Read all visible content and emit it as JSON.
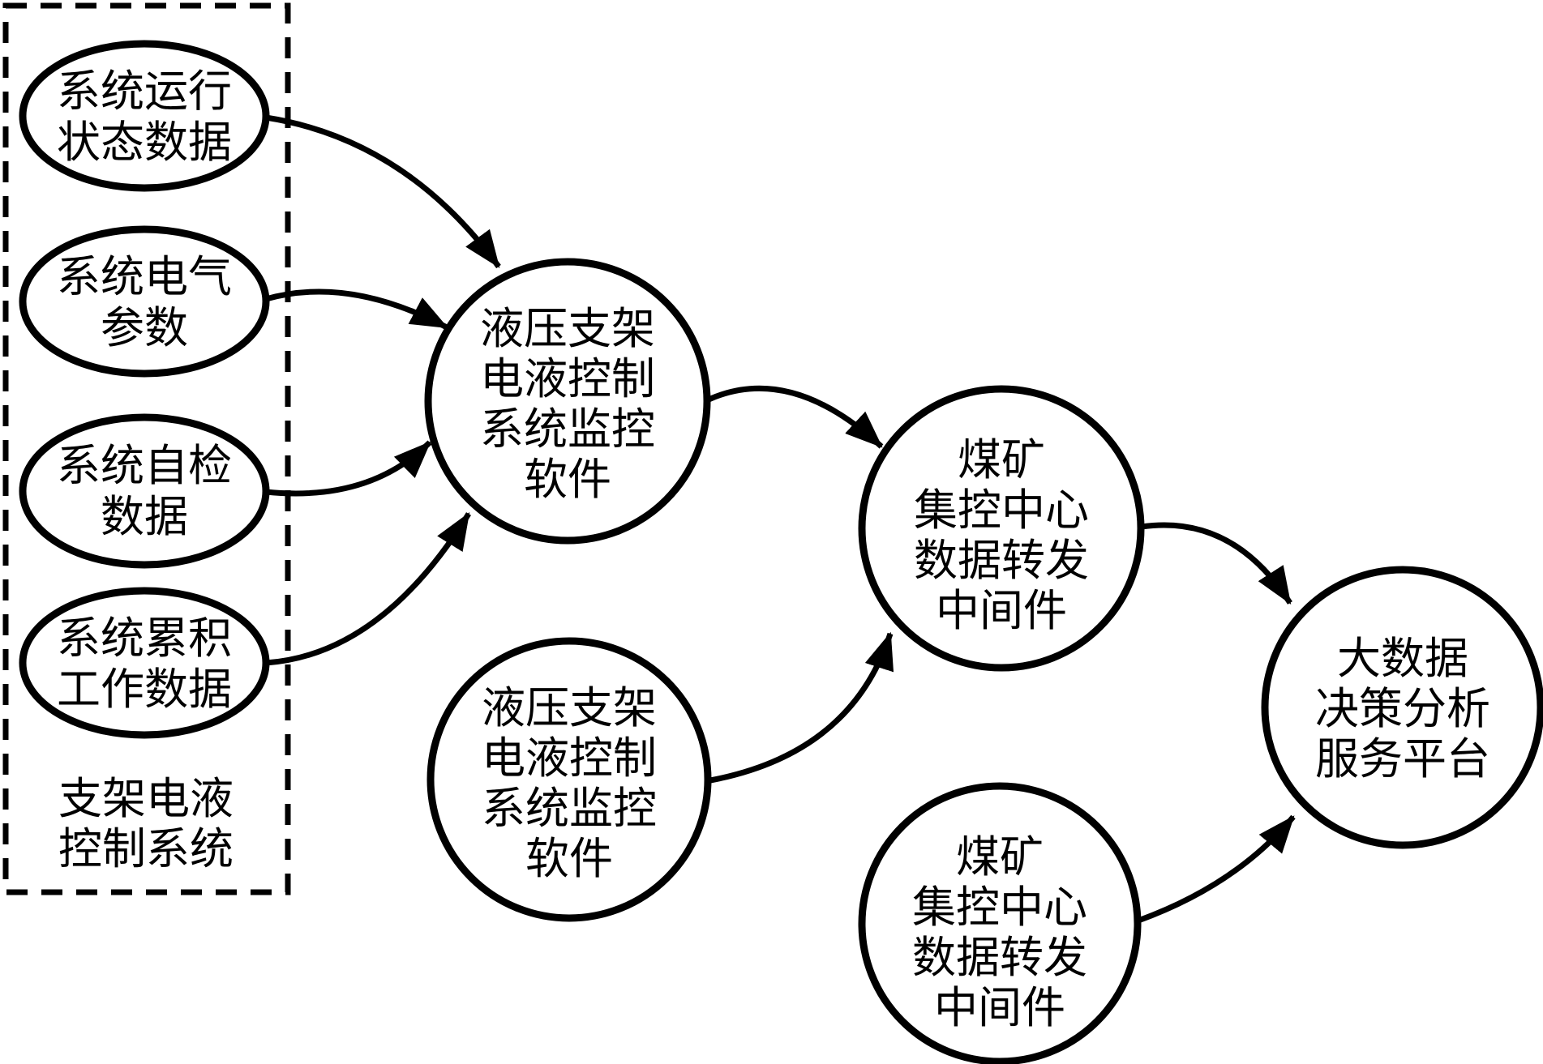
{
  "diagram": {
    "title": "hydraulic-support-electrohydraulic-control-data-flow",
    "colors": {
      "background": "#ffffff",
      "stroke": "#000000",
      "text": "#000000"
    },
    "dashed_group": {
      "label": [
        "支架电液",
        "控制系统"
      ]
    },
    "source_ellipses": [
      {
        "lines": [
          "系统运行",
          "状态数据"
        ]
      },
      {
        "lines": [
          "系统电气",
          "参数"
        ]
      },
      {
        "lines": [
          "系统自检",
          "数据"
        ]
      },
      {
        "lines": [
          "系统累积",
          "工作数据"
        ]
      }
    ],
    "nodes": {
      "monitor_software_top": {
        "lines": [
          "液压支架",
          "电液控制",
          "系统监控",
          "软件"
        ]
      },
      "monitor_software_bottom": {
        "lines": [
          "液压支架",
          "电液控制",
          "系统监控",
          "软件"
        ]
      },
      "middleware_top": {
        "lines": [
          "煤矿",
          "集控中心",
          "数据转发",
          "中间件"
        ]
      },
      "middleware_bottom": {
        "lines": [
          "煤矿",
          "集控中心",
          "数据转发",
          "中间件"
        ]
      },
      "bigdata_platform": {
        "lines": [
          "大数据",
          "决策分析",
          "服务平台"
        ]
      }
    }
  }
}
